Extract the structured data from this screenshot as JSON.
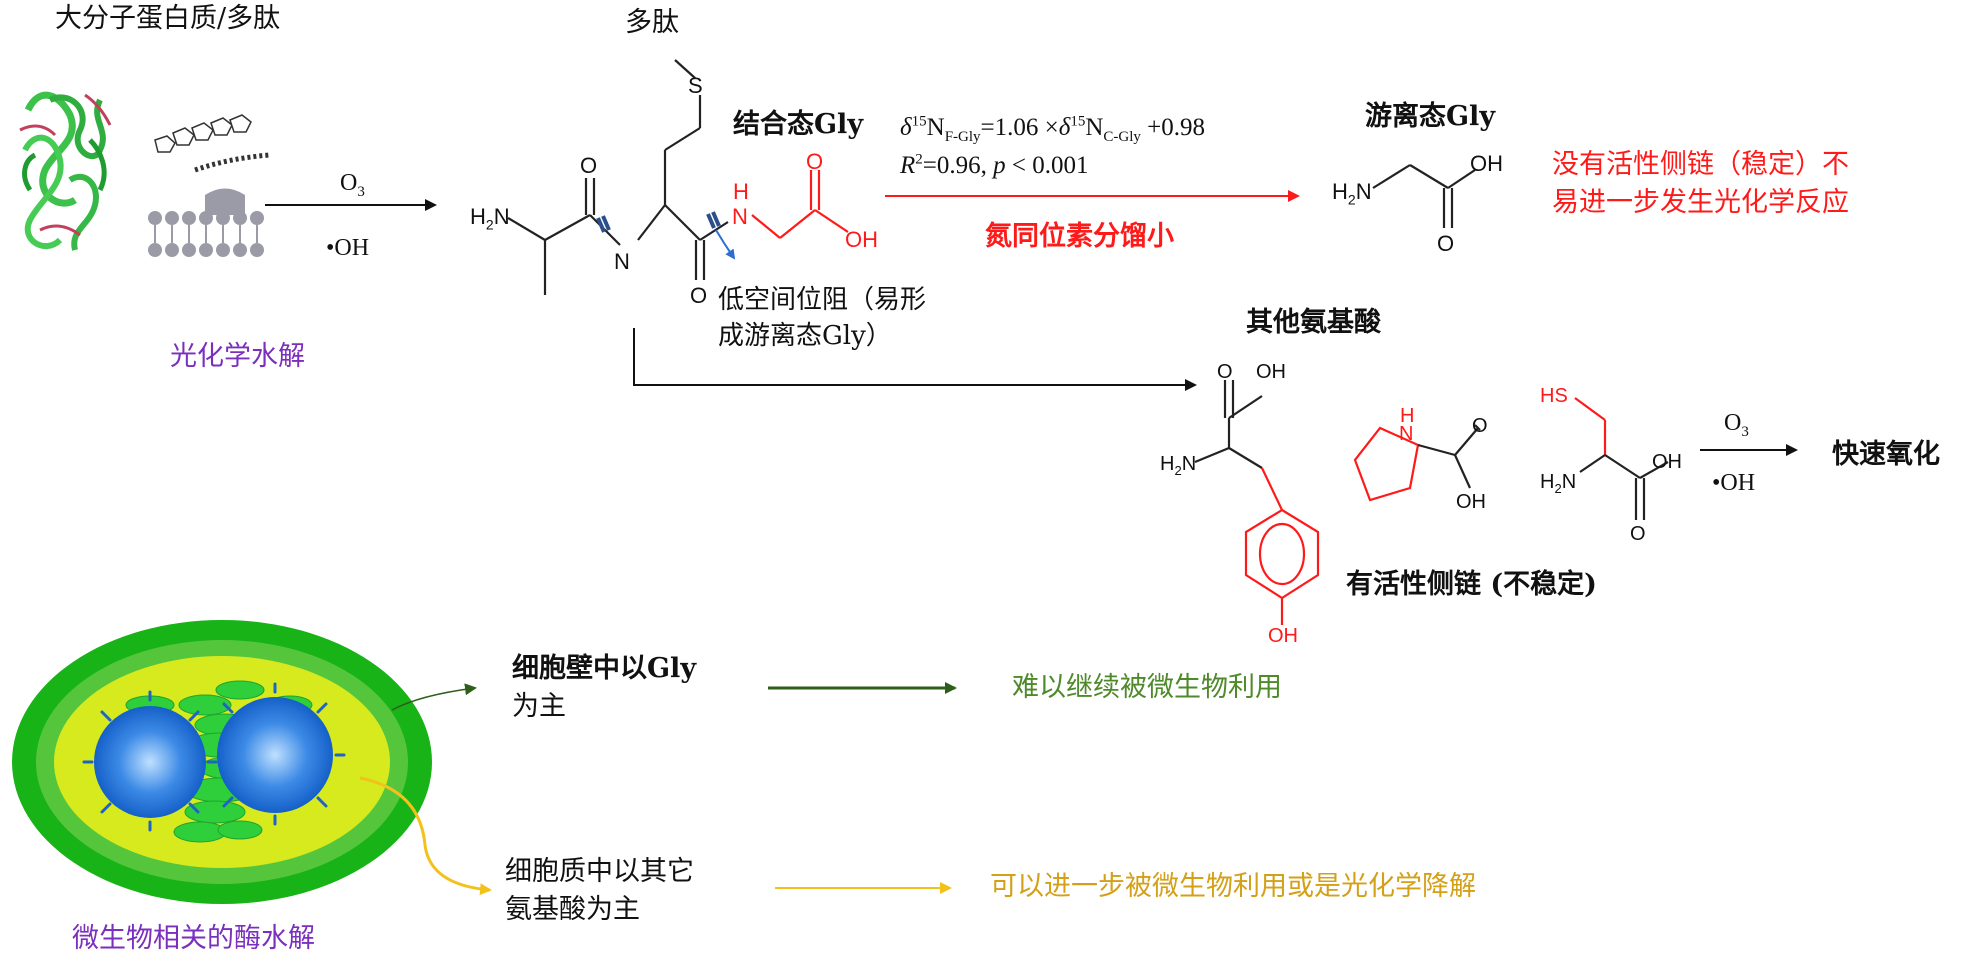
{
  "colors": {
    "red": "#ff1a1a",
    "purple": "#7b2fbe",
    "dark_green": "#2e5e1a",
    "green_text": "#4f8a2a",
    "yellow": "#f2c21b",
    "gold_text": "#d4a017",
    "blue_text": "#1b3d8f",
    "cell_green": "#17b317",
    "cytoplasm": "#d7ea1e",
    "bacteria_blue": "#2d7fe0"
  },
  "top": {
    "macromolecule_title": "大分子蛋白质/多肽",
    "peptide_title": "多肽",
    "photochem_label": "光化学水解",
    "reagent_o3": "O3",
    "reagent_oh": "•OH"
  },
  "structure": {
    "bound_gly": "结合态Gly",
    "low_steric_line1": "低空间位阻（易形",
    "low_steric_line2": "成游离态Gly）",
    "free_gly": "游离态Gly",
    "equation_line1": "δ15NF-Gly=1.06 ×δ15NC-Gly +0.98",
    "equation_line2": "R2=0.96, p < 0.001",
    "fractionation": "氮同位素分馏小",
    "no_side_chain_line1": "没有活性侧链（稳定）不",
    "no_side_chain_line2": "易进一步发生光化学反应",
    "other_aa": "其他氨基酸",
    "active_side_chain": "有活性侧链 (不稳定)",
    "fast_oxidation": "快速氧化",
    "reagent2_o3": "O3",
    "reagent2_oh": "•OH"
  },
  "atoms": {
    "s": "S",
    "o": "O",
    "oh": "OH",
    "h2n": "H2N",
    "h": "H",
    "n": "N",
    "hs": "HS"
  },
  "bottom": {
    "cell_wall_line1": "细胞壁中以Gly",
    "cell_wall_line2": "为主",
    "cell_wall_result": "难以继续被微生物利用",
    "cytoplasm_line1": "细胞质中以其它",
    "cytoplasm_line2": "氨基酸为主",
    "cytoplasm_result": "可以进一步被微生物利用或是光化学降解",
    "enzyme_label": "微生物相关的酶水解"
  }
}
